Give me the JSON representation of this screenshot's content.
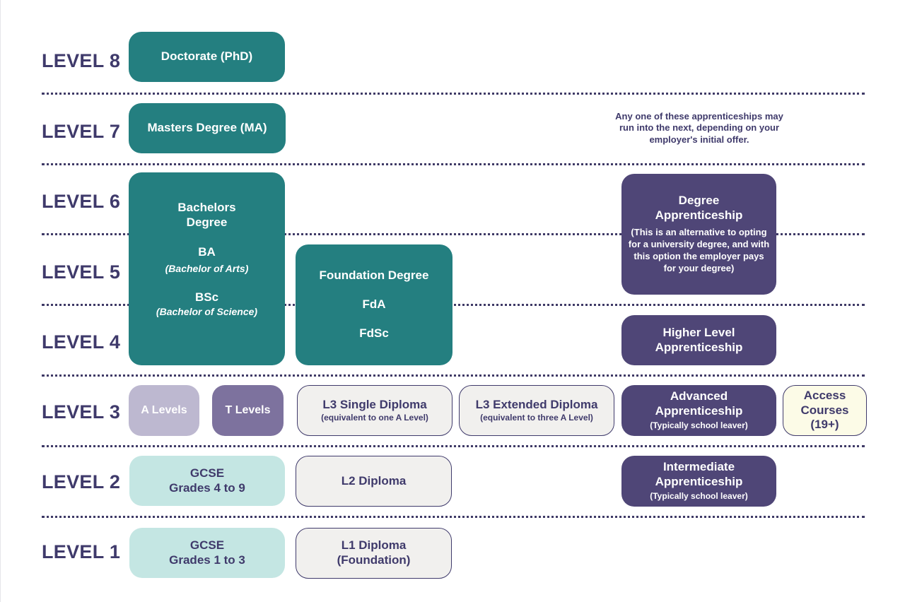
{
  "levels": [
    "LEVEL 8",
    "LEVEL 7",
    "LEVEL 6",
    "LEVEL 5",
    "LEVEL 4",
    "LEVEL 3",
    "LEVEL 2",
    "LEVEL 1"
  ],
  "boxes": {
    "doctorate": "Doctorate (PhD)",
    "masters": "Masters Degree (MA)",
    "bachelors": {
      "title": "Bachelors Degree",
      "ba": "BA",
      "ba_desc": "(Bachelor of Arts)",
      "bsc": "BSc",
      "bsc_desc": "(Bachelor of Science)"
    },
    "foundation": {
      "title": "Foundation Degree",
      "fda": "FdA",
      "fdsc": "FdSc"
    },
    "degree_apprenticeship": {
      "title": "Degree Apprenticeship",
      "desc": "(This is an alternative to opting for a university degree, and with this option the employer pays for your degree)"
    },
    "higher_apprenticeship": "Higher Level Apprenticeship",
    "a_levels": "A Levels",
    "t_levels": "T Levels",
    "l3_single": {
      "title": "L3 Single Diploma",
      "desc": "(equivalent to one A Level)"
    },
    "l3_extended": {
      "title": "L3 Extended Diploma",
      "desc": "(equivalent to three A Level)"
    },
    "advanced_apprenticeship": {
      "title": "Advanced Apprenticeship",
      "desc": "(Typically school leaver)"
    },
    "access_courses": "Access Courses (19+)",
    "gcse_4_9": {
      "title": "GCSE",
      "grades": "Grades 4 to 9"
    },
    "l2_diploma": "L2 Diploma",
    "intermediate_apprenticeship": {
      "title": "Intermediate Apprenticeship",
      "desc": "(Typically school leaver)"
    },
    "gcse_1_3": {
      "title": "GCSE",
      "grades": "Grades 1 to 3"
    },
    "l1_diploma": {
      "title": "L1 Diploma",
      "desc": "(Foundation)"
    }
  },
  "note": "Any one of these apprenticeships may run into the next, depending on your employer's initial offer.",
  "colors": {
    "teal": "#247f80",
    "purple": "#4f4677",
    "light_teal": "#c4e6e3",
    "outline_fill": "#f1f0ee",
    "cream": "#fcfbe7",
    "lavender": "#bdb8d0",
    "mauve": "#7d729e",
    "text_navy": "#3f3a6b"
  }
}
